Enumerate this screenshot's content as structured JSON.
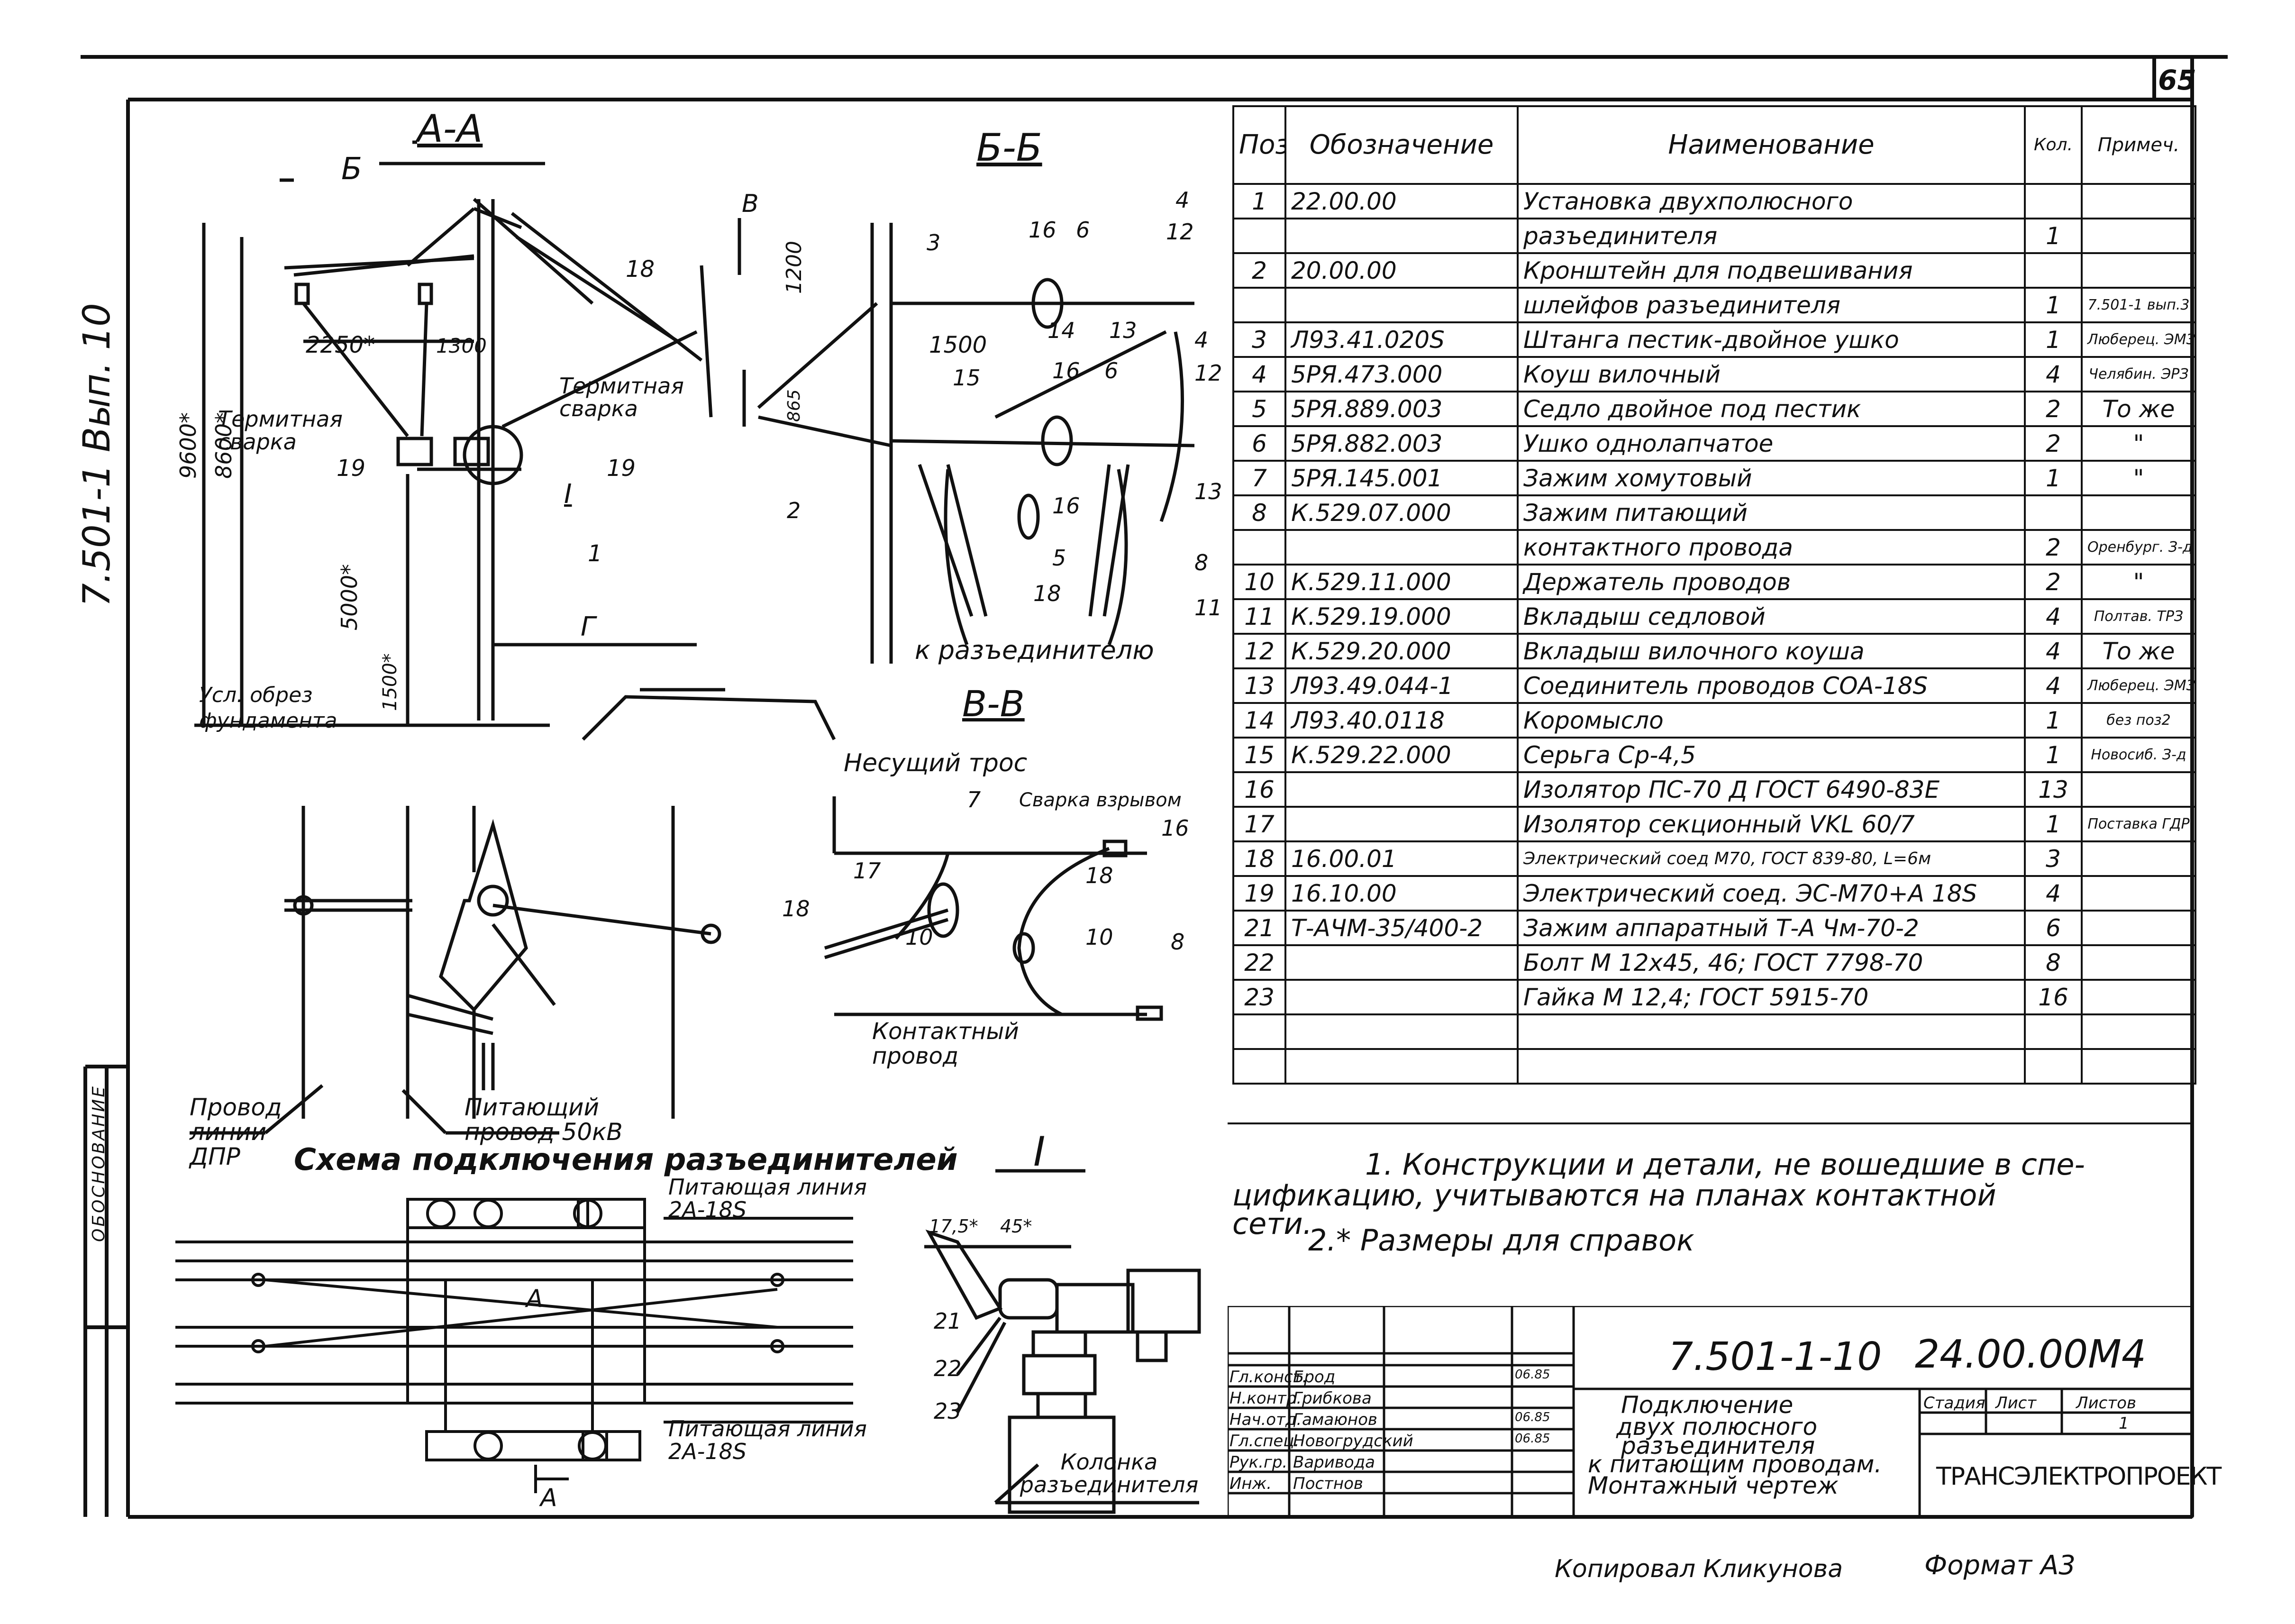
{
  "page_number": "65",
  "side_label": "7.501-1 Вып. 10",
  "margin_stamp": "ОБОСНОВАНИЕ",
  "sections": {
    "aa": "А-А",
    "bb": "Б-Б",
    "vv": "В-В",
    "detail_i": "I"
  },
  "drawing_labels": {
    "b_mark": "Б",
    "v_mark": "В",
    "d2250": "2250*",
    "d1300": "1300",
    "d9600": "9600*",
    "d8600": "8600*",
    "d5000": "5000*",
    "d1500": "1500*",
    "d1200": "1200",
    "d1500b": "1500",
    "d865": "865",
    "thermite_left": "Термитная сварка",
    "thermite_right": "Термитная сварка",
    "ground": "Усл. обрез фундамента",
    "g_mark": "Г",
    "roman_i": "I",
    "to_disconnector": "к разъединителю",
    "carrier_cable": "Несущий трос",
    "explosive_weld": "Сварка взрывом",
    "contact_wire": "Контактный провод",
    "wire_dpr": "Провод линии ДПР",
    "feed_wire": "Питающий провод 50кВ",
    "scheme_title": "Схема подключения разъединителей",
    "feed_line_top": "Питающая линия 2А-18S",
    "feed_line_bottom": "Питающая линия 2А-18S",
    "mark_a": "А",
    "dim_17": "17,5*",
    "dim_45": "45*",
    "column": "Колонка разъединителя",
    "callouts_aa": [
      "18",
      "19",
      "19",
      "1"
    ],
    "callouts_bb": [
      "3",
      "16",
      "6",
      "4",
      "12",
      "14",
      "13",
      "15",
      "16",
      "6",
      "4",
      "12",
      "2",
      "16",
      "13",
      "5",
      "8",
      "18",
      "11"
    ],
    "callouts_vv": [
      "7",
      "16",
      "17",
      "18",
      "18",
      "10",
      "10",
      "8"
    ],
    "callouts_i": [
      "21",
      "22",
      "23"
    ]
  },
  "spec_table": {
    "headers": [
      "Поз.",
      "Обозначение",
      "Наименование",
      "Кол.",
      "Примеч."
    ],
    "rows": [
      [
        "1",
        "22.00.00",
        "Установка двухполюсного",
        "",
        ""
      ],
      [
        "",
        "",
        "разъединителя",
        "1",
        ""
      ],
      [
        "2",
        "20.00.00",
        "Кронштейн для подвешивания",
        "",
        ""
      ],
      [
        "",
        "",
        "шлейфов разъединителя",
        "1",
        "7.501-1 вып.3"
      ],
      [
        "3",
        "Л93.41.020S",
        "Штанга пестик-двойное ушко",
        "1",
        "Люберец. ЭМЗ"
      ],
      [
        "4",
        "5РЯ.473.000",
        "Коуш вилочный",
        "4",
        "Челябин. ЭРЗ"
      ],
      [
        "5",
        "5РЯ.889.003",
        "Седло двойное под пестик",
        "2",
        "То же"
      ],
      [
        "6",
        "5РЯ.882.003",
        "Ушко однолапчатое",
        "2",
        "\""
      ],
      [
        "7",
        "5РЯ.145.001",
        "Зажим хомутовый",
        "1",
        "\""
      ],
      [
        "8",
        "К.529.07.000",
        "Зажим питающий",
        "",
        ""
      ],
      [
        "",
        "",
        "контактного провода",
        "2",
        "Оренбург. З-д"
      ],
      [
        "10",
        "К.529.11.000",
        "Держатель проводов",
        "2",
        "\""
      ],
      [
        "11",
        "К.529.19.000",
        "Вкладыш седловой",
        "4",
        "Полтав. ТРЗ"
      ],
      [
        "12",
        "К.529.20.000",
        "Вкладыш вилочного коуша",
        "4",
        "То же"
      ],
      [
        "13",
        "Л93.49.044-1",
        "Соединитель проводов СОА-18S",
        "4",
        "Люберец. ЭМЗ"
      ],
      [
        "14",
        "Л93.40.0118",
        "Коромысло",
        "1",
        "без поз2"
      ],
      [
        "15",
        "К.529.22.000",
        "Серьга Ср-4,5",
        "1",
        "Новосиб. З-д"
      ],
      [
        "16",
        "",
        "Изолятор ПС-70 Д ГОСТ 6490-83Е",
        "13",
        ""
      ],
      [
        "17",
        "",
        "Изолятор секционный VKL 60/7",
        "1",
        "Поставка ГДР"
      ],
      [
        "18",
        "16.00.01",
        "Электрический соед М70, ГОСТ 839-80, L=6м",
        "3",
        ""
      ],
      [
        "19",
        "16.10.00",
        "Электрический соед. ЭС-М70+А 18S",
        "4",
        ""
      ],
      [
        "21",
        "Т-АЧМ-35/400-2",
        "Зажим аппаратный Т-А Чм-70-2",
        "6",
        ""
      ],
      [
        "22",
        "",
        "Болт М 12х45, 46; ГОСТ 7798-70",
        "8",
        ""
      ],
      [
        "23",
        "",
        "Гайка М 12,4; ГОСТ 5915-70",
        "16",
        ""
      ],
      [
        "",
        "",
        "",
        "",
        ""
      ],
      [
        "",
        "",
        "",
        "",
        ""
      ]
    ]
  },
  "notes": [
    "1. Конструкции и детали, не вошедшие в спе-",
    "цификацию, учитываются на планах контактной",
    "сети.",
    "2.* Размеры для справок"
  ],
  "title_block": {
    "code": "7.501-1-10",
    "doc_number": "24.00.00М4",
    "title_lines": [
      "Подключение",
      "двух полюсного",
      "разъединителя",
      "к питающим проводам.",
      "Монтажный чертеж"
    ],
    "stage_header": "Стадия",
    "sheet_header": "Лист",
    "sheets_header": "Листов",
    "sheets_value": "1",
    "organization": "ТРАНСЭЛЕКТРОПРОЕКТ",
    "roles": [
      {
        "role": "Гл.конст.",
        "name": "Брод",
        "date": "06.85"
      },
      {
        "role": "Н.контр.",
        "name": "Грибкова",
        "date": ""
      },
      {
        "role": "Нач.отд.",
        "name": "Гамаюнов",
        "date": "06.85"
      },
      {
        "role": "Гл.спец.",
        "name": "Новогрудский",
        "date": "06.85"
      },
      {
        "role": "Рук.гр.",
        "name": "Варивода",
        "date": ""
      },
      {
        "role": "Инж.",
        "name": "Постнов",
        "date": ""
      }
    ]
  },
  "footer": {
    "copied_by": "Копировал Кликунова",
    "format": "Формат А3"
  }
}
